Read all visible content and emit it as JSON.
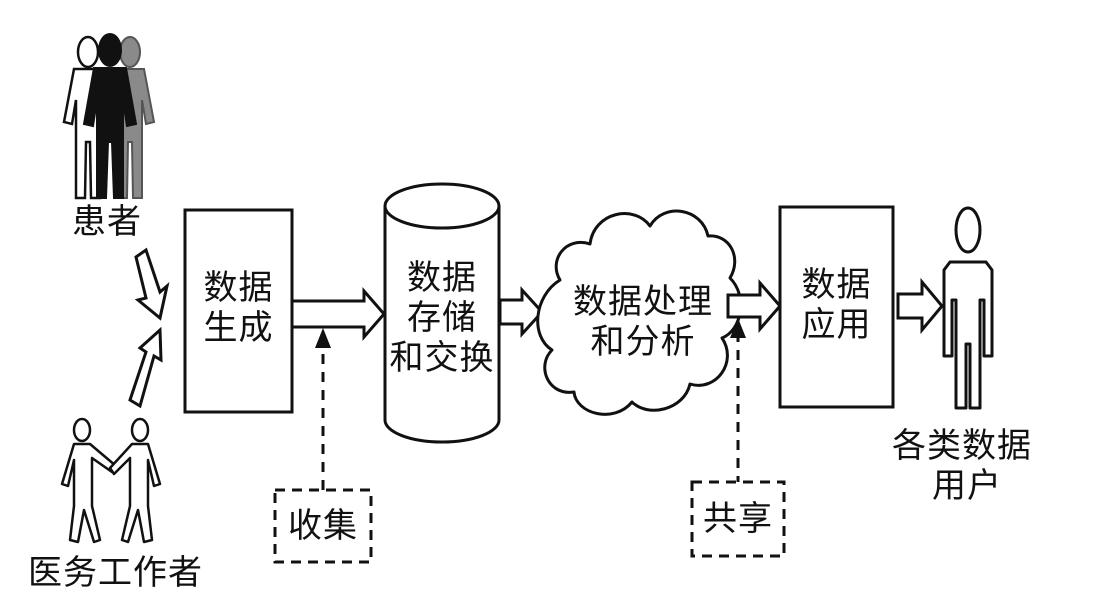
{
  "actors": {
    "patients": "患者",
    "medical_staff": "医务工作者",
    "end_users_line1": "各类数据",
    "end_users_line2": "用户"
  },
  "steps": {
    "generation": [
      "数据",
      "生成"
    ],
    "storage": [
      "数据",
      "存储",
      "和交换"
    ],
    "processing": [
      "数据处理",
      "和分析"
    ],
    "application": [
      "数据",
      "应用"
    ]
  },
  "annotations": {
    "collect": "收集",
    "share": "共享"
  },
  "colors": {
    "stroke": "#111111",
    "grey_figure": "#8a8a8a"
  }
}
